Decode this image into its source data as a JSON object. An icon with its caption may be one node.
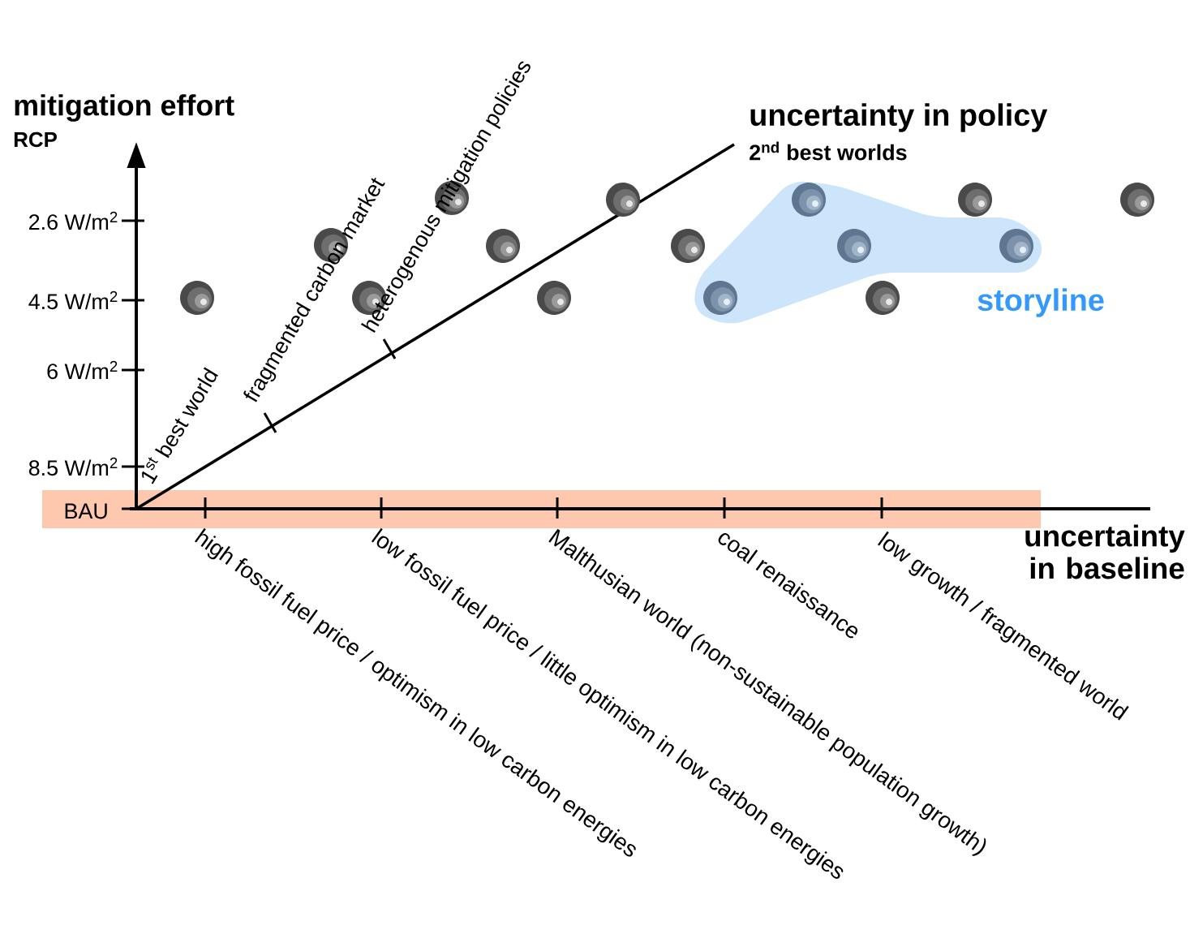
{
  "diagram": {
    "nodes": [
      {
        "text": [
          "storyline"
        ]
      }
    ],
    "labels": [
      "mitigation effort",
      "RCP",
      "uncertainty in policy",
      "2$^{nd}$ best worlds",
      "2.6 W/m$^{2}$",
      "4.5 W/m$^{2}$",
      "6 W/m$^{2}$",
      "8.5 W/m$^{2}$",
      "BAU",
      "1$^{st}$ best world",
      "fragmented carbon market",
      "heterogenous mitigation policies",
      "uncertainty in baseline",
      "high fossil fuel price / optimism in low carbon energies",
      "low fossil fuel price / little optimism in low carbon energies",
      "Malthusian world (non-sustainable population growth)",
      "coal renaissance",
      "low growth / fragmented world"
    ]
  }
}
